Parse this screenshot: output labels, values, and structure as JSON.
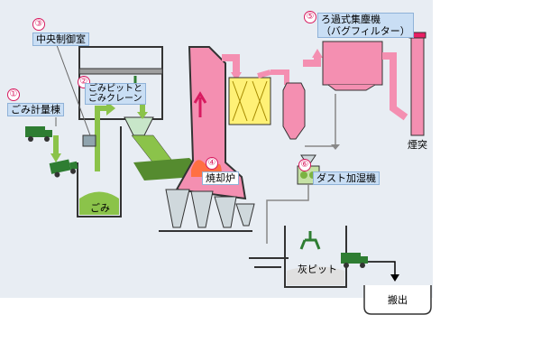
{
  "labels": {
    "weighbridge": "ごみ計量棟",
    "control_room": "中央制御室",
    "pit_crane_line1": "ごみピットと",
    "pit_crane_line2": "ごみクレーン",
    "pit": "ごみ",
    "incinerator": "焼却炉",
    "bag_filter_line1": "ろ過式集塵機",
    "bag_filter_line2": "（バグフィルター）",
    "stack": "煙突",
    "humidifier": "ダスト加湿機",
    "ash_pit": "灰ピット",
    "carry_out": "搬出"
  },
  "markers": [
    "①",
    "②",
    "③",
    "④",
    "⑤",
    "⑥"
  ],
  "colors": {
    "pink": "#f48fb1",
    "green": "#8bc34a",
    "yellow": "#fff176",
    "truck": "#2e7d32",
    "label_bg": "#c9def4"
  }
}
